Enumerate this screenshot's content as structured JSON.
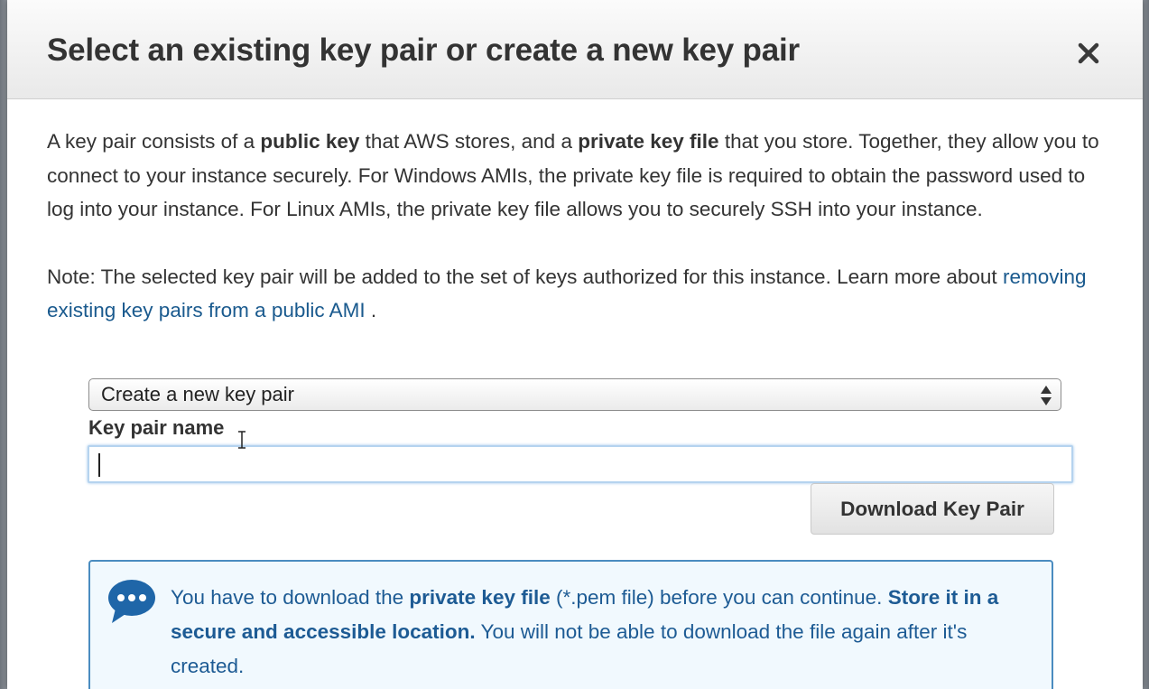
{
  "dialog": {
    "title": "Select an existing key pair or create a new key pair",
    "close_label": "×"
  },
  "body": {
    "para1": {
      "t1": "A key pair consists of a ",
      "b1": "public key",
      "t2": " that AWS stores, and a ",
      "b2": "private key file",
      "t3": " that you store. Together, they allow you to connect to your instance securely. For Windows AMIs, the private key file is required to obtain the password used to log into your instance. For Linux AMIs, the private key file allows you to securely SSH into your instance."
    },
    "para2": {
      "t1": "Note: The selected key pair will be added to the set of keys authorized for this instance. Learn more about ",
      "link": "removing existing key pairs from a public AMI",
      "t2": " ."
    }
  },
  "form": {
    "key_option": {
      "selected": "Create a new key pair"
    },
    "key_name": {
      "label": "Key pair name",
      "value": "",
      "placeholder": ""
    },
    "download_button": "Download Key Pair"
  },
  "info": {
    "icon": "speech-bubble-icon",
    "t1": "You have to download the ",
    "b1": "private key file",
    "t2": " (*.pem file) before you can continue. ",
    "b2": "Store it in a secure and accessible location.",
    "t3": " You will not be able to download the file again after it's created."
  },
  "colors": {
    "link": "#1a5a8e",
    "info_text": "#1d5b94",
    "info_border": "#4a8cc0",
    "info_bg": "#f1f9fe",
    "icon": "#1f66a8"
  }
}
